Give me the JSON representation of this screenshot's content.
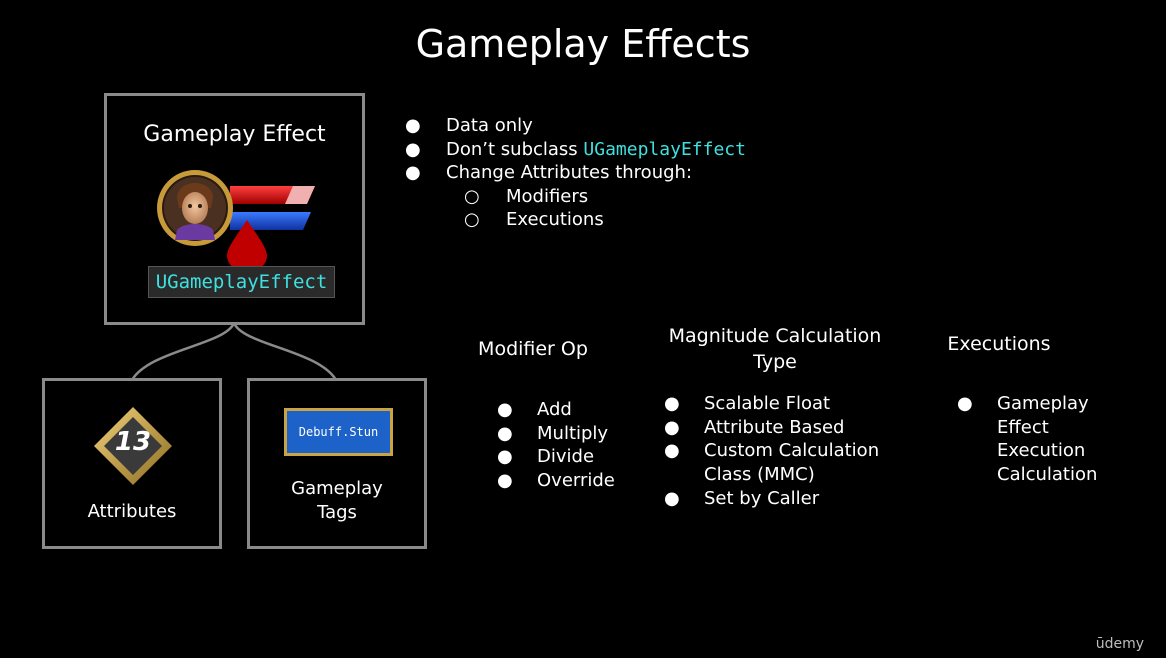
{
  "title": "Gameplay Effects",
  "main_box": {
    "label": "Gameplay Effect",
    "class_tag": "UGameplayEffect"
  },
  "attributes_box": {
    "badge_number": "13",
    "label": "Attributes"
  },
  "tags_box": {
    "tag_text": "Debuff.Stun",
    "label_line1": "Gameplay",
    "label_line2": "Tags"
  },
  "bullets": {
    "item1": "Data only",
    "item2_prefix": "Don’t subclass ",
    "item2_code": "UGameplayEffect",
    "item3": "Change Attributes through:",
    "sub1": "Modifiers",
    "sub2": "Executions",
    "bullet_symbol": "●",
    "sub_symbol": "○"
  },
  "modifier_op": {
    "heading": "Modifier Op",
    "items": [
      "Add",
      "Multiply",
      "Divide",
      "Override"
    ]
  },
  "magnitude": {
    "heading_line1": "Magnitude Calculation",
    "heading_line2": "Type",
    "items": [
      "Scalable Float",
      "Attribute Based",
      "Custom Calculation",
      "Class (MMC)",
      "Set by Caller"
    ]
  },
  "executions": {
    "heading": "Executions",
    "items": [
      "Gameplay",
      "Effect",
      "Execution",
      "Calculation"
    ]
  },
  "watermark": "ūdemy",
  "colors": {
    "code_cyan": "#3fe0e0",
    "box_border": "#8a8a8a",
    "tag_blue": "#1c62c8",
    "tag_gold": "#c9a441"
  }
}
